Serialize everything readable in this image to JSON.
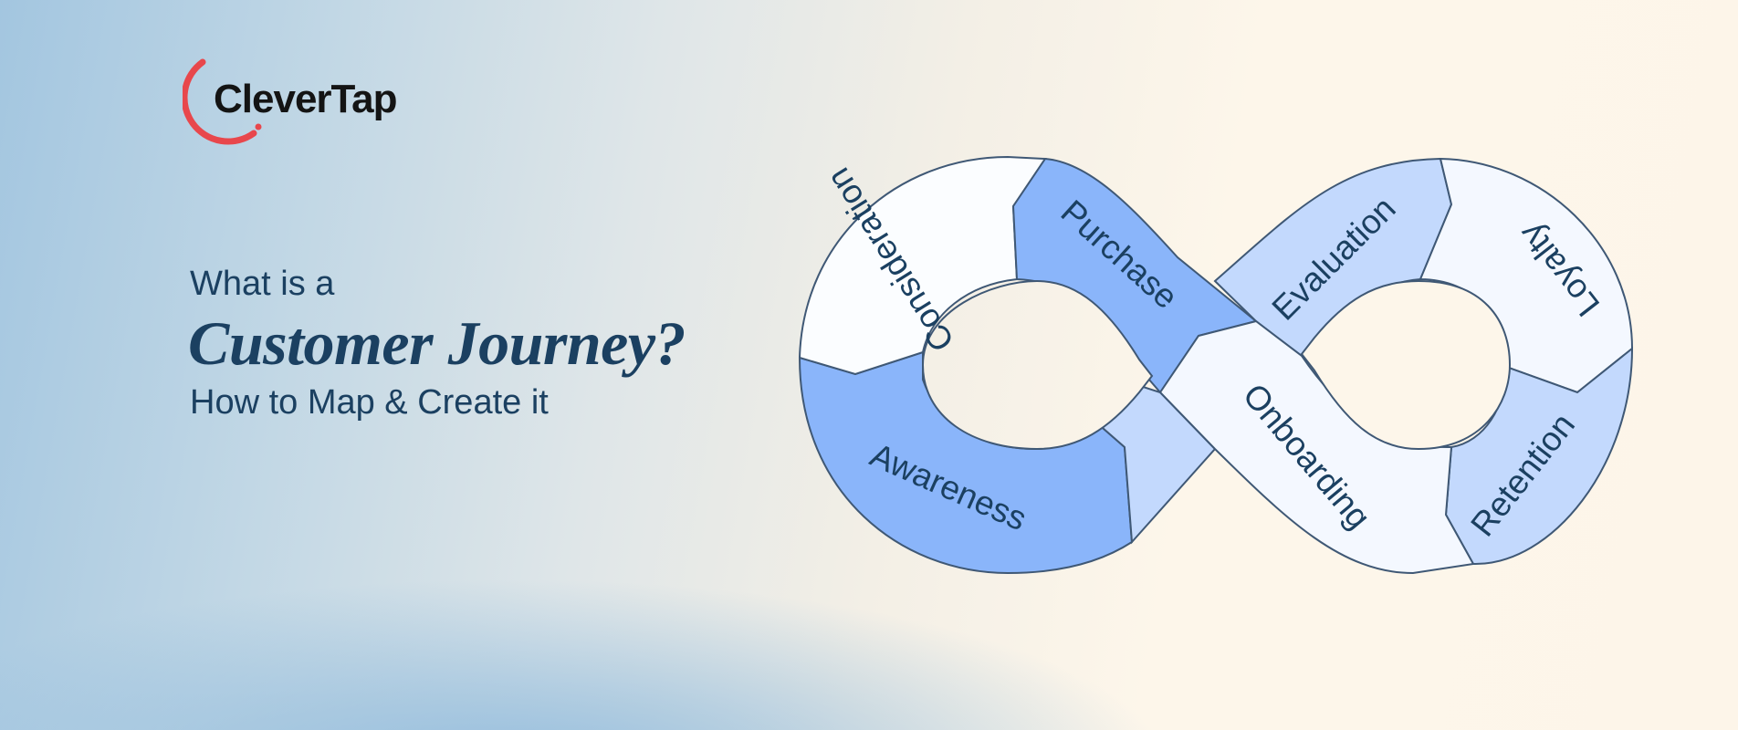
{
  "brand": {
    "name": "CleverTap",
    "ring_color": "#e8474c",
    "text_color": "#141414"
  },
  "headline": {
    "pre": "What is a",
    "main": "Customer Journey?",
    "sub": "How to Map & Create it",
    "color": "#1b4061"
  },
  "diagram": {
    "stroke_color": "#3f5875",
    "stages": [
      {
        "label": "Awareness",
        "color": "#8ab5fa"
      },
      {
        "label": "Consideration",
        "color": "#fbfdff"
      },
      {
        "label": "Purchase",
        "color": "#8ab5fa"
      },
      {
        "label": "Evaluation",
        "color": "#c3d9fd"
      },
      {
        "label": "Loyalty",
        "color": "#f4f8ff"
      },
      {
        "label": "Retention",
        "color": "#c3d9fd"
      },
      {
        "label": "Onboarding",
        "color": "#f4f8ff"
      }
    ]
  }
}
